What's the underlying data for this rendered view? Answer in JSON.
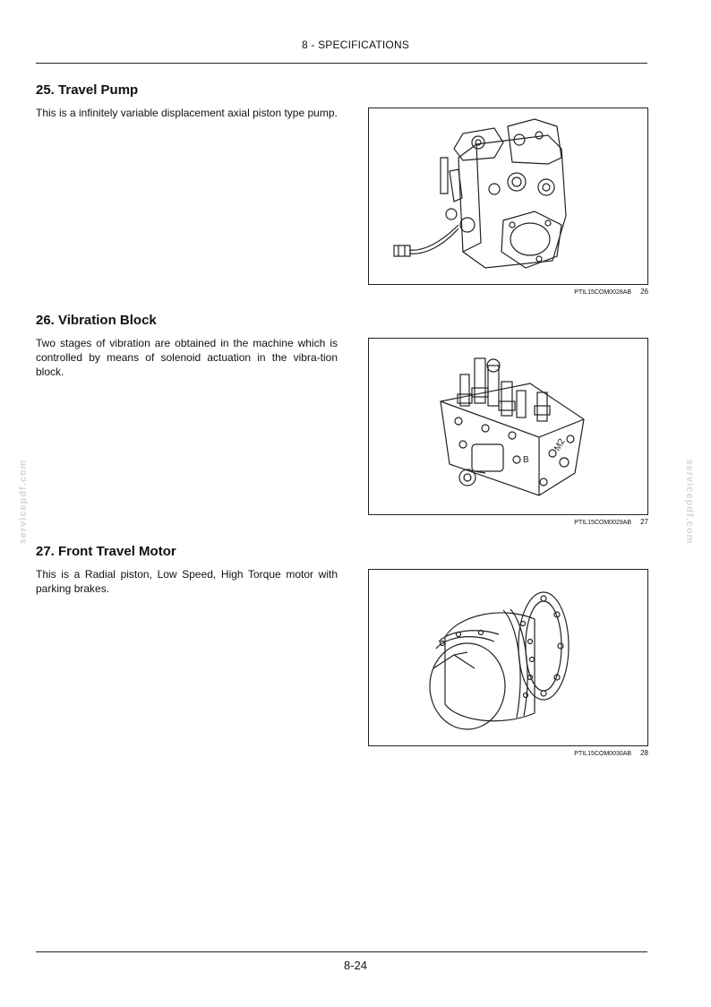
{
  "header": {
    "title": "8 - SPECIFICATIONS"
  },
  "footer": {
    "page_number": "8-24"
  },
  "watermark": {
    "text": "servicepdf.com"
  },
  "sections": [
    {
      "heading": "25. Travel Pump",
      "body": "This is a infinitely variable displacement axial piston type pump.",
      "figure": {
        "code": "PTIL15COM0028AB",
        "number": "26",
        "icon": "travel-pump-drawing"
      }
    },
    {
      "heading": "26. Vibration Block",
      "body": "Two stages of vibration are obtained in the machine which is controlled by means of solenoid actuation in the vibra-tion block.",
      "figure": {
        "code": "PTIL15COM0029AB",
        "number": "27",
        "icon": "vibration-block-drawing",
        "labels": [
          "M2",
          "B"
        ]
      }
    },
    {
      "heading": "27. Front Travel Motor",
      "body": "This is a Radial piston, Low Speed, High Torque motor with parking brakes.",
      "figure": {
        "code": "PTIL15COM0030AB",
        "number": "28",
        "icon": "travel-motor-drawing"
      }
    }
  ]
}
